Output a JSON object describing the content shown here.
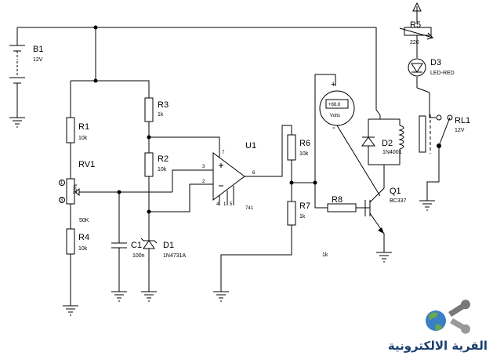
{
  "components": {
    "b1": {
      "ref": "B1",
      "value": "12V"
    },
    "r1": {
      "ref": "R1",
      "value": "10k"
    },
    "rv1": {
      "ref": "RV1",
      "value": "50K",
      "wiper_label": "50%"
    },
    "r4": {
      "ref": "R4",
      "value": "10k"
    },
    "c1": {
      "ref": "C1",
      "value": "100n"
    },
    "d1": {
      "ref": "D1",
      "value": "1N4731A"
    },
    "r3": {
      "ref": "R3",
      "value": "1k"
    },
    "r2": {
      "ref": "R2",
      "value": "10k"
    },
    "u1": {
      "ref": "U1",
      "value": "741",
      "pin_inv": "2",
      "pin_noninv": "3",
      "pin_out": "6",
      "pin_vplus": "7",
      "pin_vminus": "4",
      "pin_a": "1",
      "pin_b": "5"
    },
    "r6": {
      "ref": "R6",
      "value": "10k"
    },
    "r7": {
      "ref": "R7",
      "value": "1k"
    },
    "r8": {
      "ref": "R8",
      "value": "1k"
    },
    "q1": {
      "ref": "Q1",
      "value": "BC337"
    },
    "d2": {
      "ref": "D2",
      "value": "1N4001"
    },
    "rl1": {
      "ref": "RL1",
      "value": "12V"
    },
    "r5": {
      "ref": "R5",
      "value": "220"
    },
    "d3": {
      "ref": "D3",
      "value": "LED-RED"
    },
    "voltmeter": {
      "reading": "+88.8",
      "unit": "Volts",
      "plus": "+",
      "minus": "-"
    }
  },
  "rv1_pins": {
    "top": "1",
    "bottom": "3"
  },
  "logo": {
    "text": "القرية الالكترونية",
    "colors": {
      "globe_water": "#3b7fc4",
      "globe_land": "#6aa84f",
      "wrench": "#777777",
      "text": "#1a3f6e"
    }
  }
}
